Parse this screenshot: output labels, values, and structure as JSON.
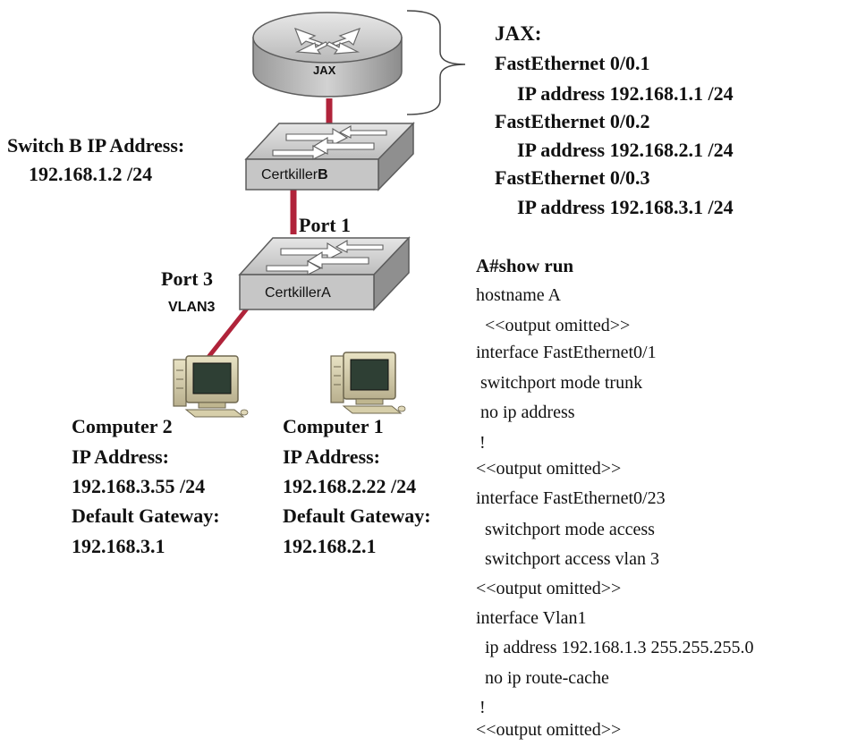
{
  "router": {
    "label": "JAX"
  },
  "jax_config": {
    "title": "JAX:",
    "lines": [
      "FastEthernet 0/0.1",
      "IP address 192.168.1.1 /24",
      "FastEthernet 0/0.2",
      "IP address 192.168.2.1 /24",
      "FastEthernet 0/0.3",
      "IP address 192.168.3.1 /24"
    ]
  },
  "switch_b": {
    "label_prefix": "Certkiller",
    "label_suffix": "B",
    "ip_title": "Switch B IP Address:",
    "ip_value": "192.168.1.2 /24"
  },
  "switch_a": {
    "label": "CertkillerA",
    "port1": "Port 1",
    "port3": "Port 3",
    "vlan3": "VLAN3"
  },
  "computer2": {
    "name": "Computer 2",
    "ip_label": "IP Address:",
    "ip": "192.168.3.55 /24",
    "gw_label": "Default Gateway:",
    "gw": "192.168.3.1"
  },
  "computer1": {
    "name": "Computer 1",
    "ip_label": "IP Address:",
    "ip": "192.168.2.22 /24",
    "gw_label": "Default Gateway:",
    "gw": "192.168.2.1"
  },
  "show_run": {
    "command": "A#show run",
    "lines": [
      "hostname A",
      "  <<output omitted>>",
      "interface FastEthernet0/1",
      " switchport mode trunk",
      " no ip address",
      "!",
      "<<output omitted>>",
      "interface FastEthernet0/23",
      "  switchport mode access",
      "  switchport access vlan 3",
      "<<output omitted>>",
      "interface Vlan1",
      "  ip address 192.168.1.3 255.255.255.0",
      "  no ip route-cache",
      "!",
      "<<output omitted>>"
    ]
  },
  "colors": {
    "link": "#b0233a",
    "device_gray": "#c9c9c9",
    "device_dark": "#8a8a8a"
  },
  "icons": [
    "router-icon",
    "switch-icon",
    "computer-icon"
  ]
}
